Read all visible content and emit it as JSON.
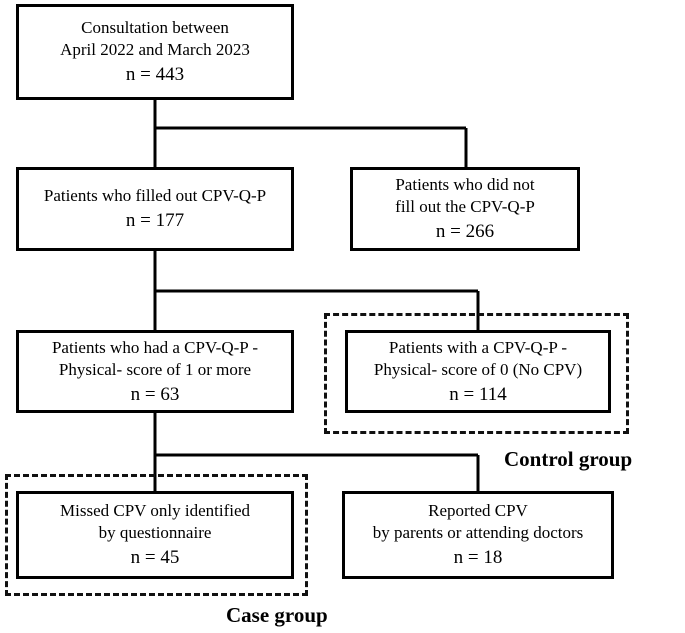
{
  "boxes": {
    "consultation": {
      "line1": "Consultation between",
      "line2": "April 2022 and March 2023",
      "n": "n = 443"
    },
    "filled": {
      "line1": "Patients who filled out CPV-Q-P",
      "n": "n = 177"
    },
    "not_filled": {
      "line1": "Patients who did not",
      "line2": "fill out the CPV-Q-P",
      "n": "n = 266"
    },
    "score_pos": {
      "line1": "Patients who had a CPV-Q-P -",
      "line2": "Physical- score of 1 or more",
      "n": "n = 63"
    },
    "score_zero": {
      "line1": "Patients with a CPV-Q-P -",
      "line2": "Physical- score of 0 (No CPV)",
      "n": "n = 114"
    },
    "missed": {
      "line1": "Missed CPV only identified",
      "line2": "by questionnaire",
      "n": "n = 45"
    },
    "reported": {
      "line1": "Reported CPV",
      "line2": "by parents or attending doctors",
      "n": "n = 18"
    }
  },
  "group_labels": {
    "control": "Control group",
    "case": "Case group"
  }
}
